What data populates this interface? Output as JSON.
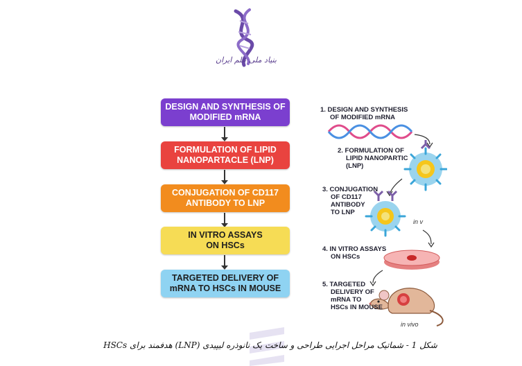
{
  "logo": {
    "text": "بنیاد ملی علم ایران"
  },
  "flow_steps": [
    {
      "line1": "DESIGN AND SYNTHESIS OF",
      "line2": "MODIFIED mRNA",
      "color": "#7b3fcf",
      "text_color": "#ffffff"
    },
    {
      "line1": "FORMULATION OF LIPID",
      "line2": "NANOPARTACLE (LNP)",
      "color": "#e9433f",
      "text_color": "#ffffff"
    },
    {
      "line1": "CONJUGATION OF CD117",
      "line2": "ANTIBODY TO LNP",
      "color": "#f28c1e",
      "text_color": "#ffffff"
    },
    {
      "line1": "IN VITRO ASSAYS",
      "line2": "ON HSCs",
      "color": "#f6dc55",
      "text_color": "#1e1e1e"
    },
    {
      "line1": "TARGETED DELIVERY OF",
      "line2": "mRNA TO HSCs IN MOUSE",
      "color": "#8fd3f2",
      "text_color": "#1e1e1e"
    }
  ],
  "illustration": {
    "step1": [
      "1. DESIGN AND SYNTHESIS",
      "OF MODIFIED mRNA"
    ],
    "step2": [
      "2. FORMULATION OF",
      "LIPID NANOPARTIC",
      "(LNP)"
    ],
    "step3": [
      "3. CONJUGATION",
      "OF CD117",
      "ANTIBODY",
      "TO LNP"
    ],
    "step4": [
      "4. IN VITRO ASSAYS",
      "ON HSCs"
    ],
    "step5": [
      "5. TARGETED",
      "DELIVERY OF",
      "mRNA TO",
      "HSCs IN MOUSE"
    ],
    "tag_inv": "in v",
    "tag_invivo": "in vivo"
  },
  "caption": "شکل 1 - شماتیک مراحل اجرایی طراحی و ساخت یک نانوذره لیپیدی (LNP) هدفمند برای HSCs"
}
